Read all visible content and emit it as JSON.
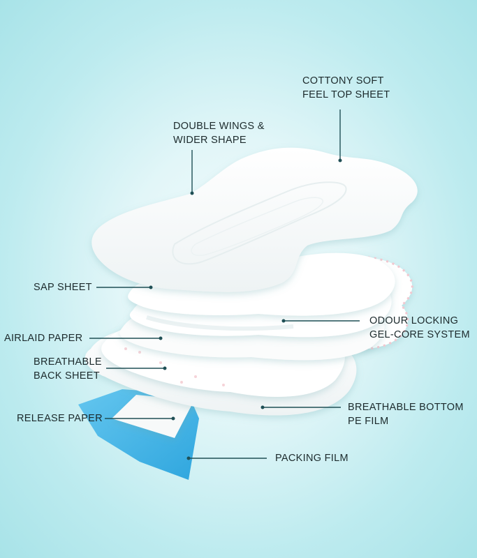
{
  "labels": {
    "top_sheet": [
      "COTTONY SOFT",
      "FEEL TOP SHEET"
    ],
    "wings": [
      "DOUBLE WINGS &",
      "WIDER SHAPE"
    ],
    "sap_sheet": "SAP SHEET",
    "odour": [
      "ODOUR LOCKING",
      "GEL-CORE SYSTEM"
    ],
    "airlaid": "AIRLAID PAPER",
    "back_sheet": [
      "BREATHABLE",
      "BACK SHEET"
    ],
    "bottom_film": [
      "BREATHABLE BOTTOM",
      "PE FILM"
    ],
    "release_paper": "RELEASE PAPER",
    "packing_film": "PACKING FILM"
  },
  "colors": {
    "background": "#bdebef",
    "pad": "#ffffff",
    "packing_film": "#3fb1e6",
    "leader_line": "#1f4f55"
  }
}
